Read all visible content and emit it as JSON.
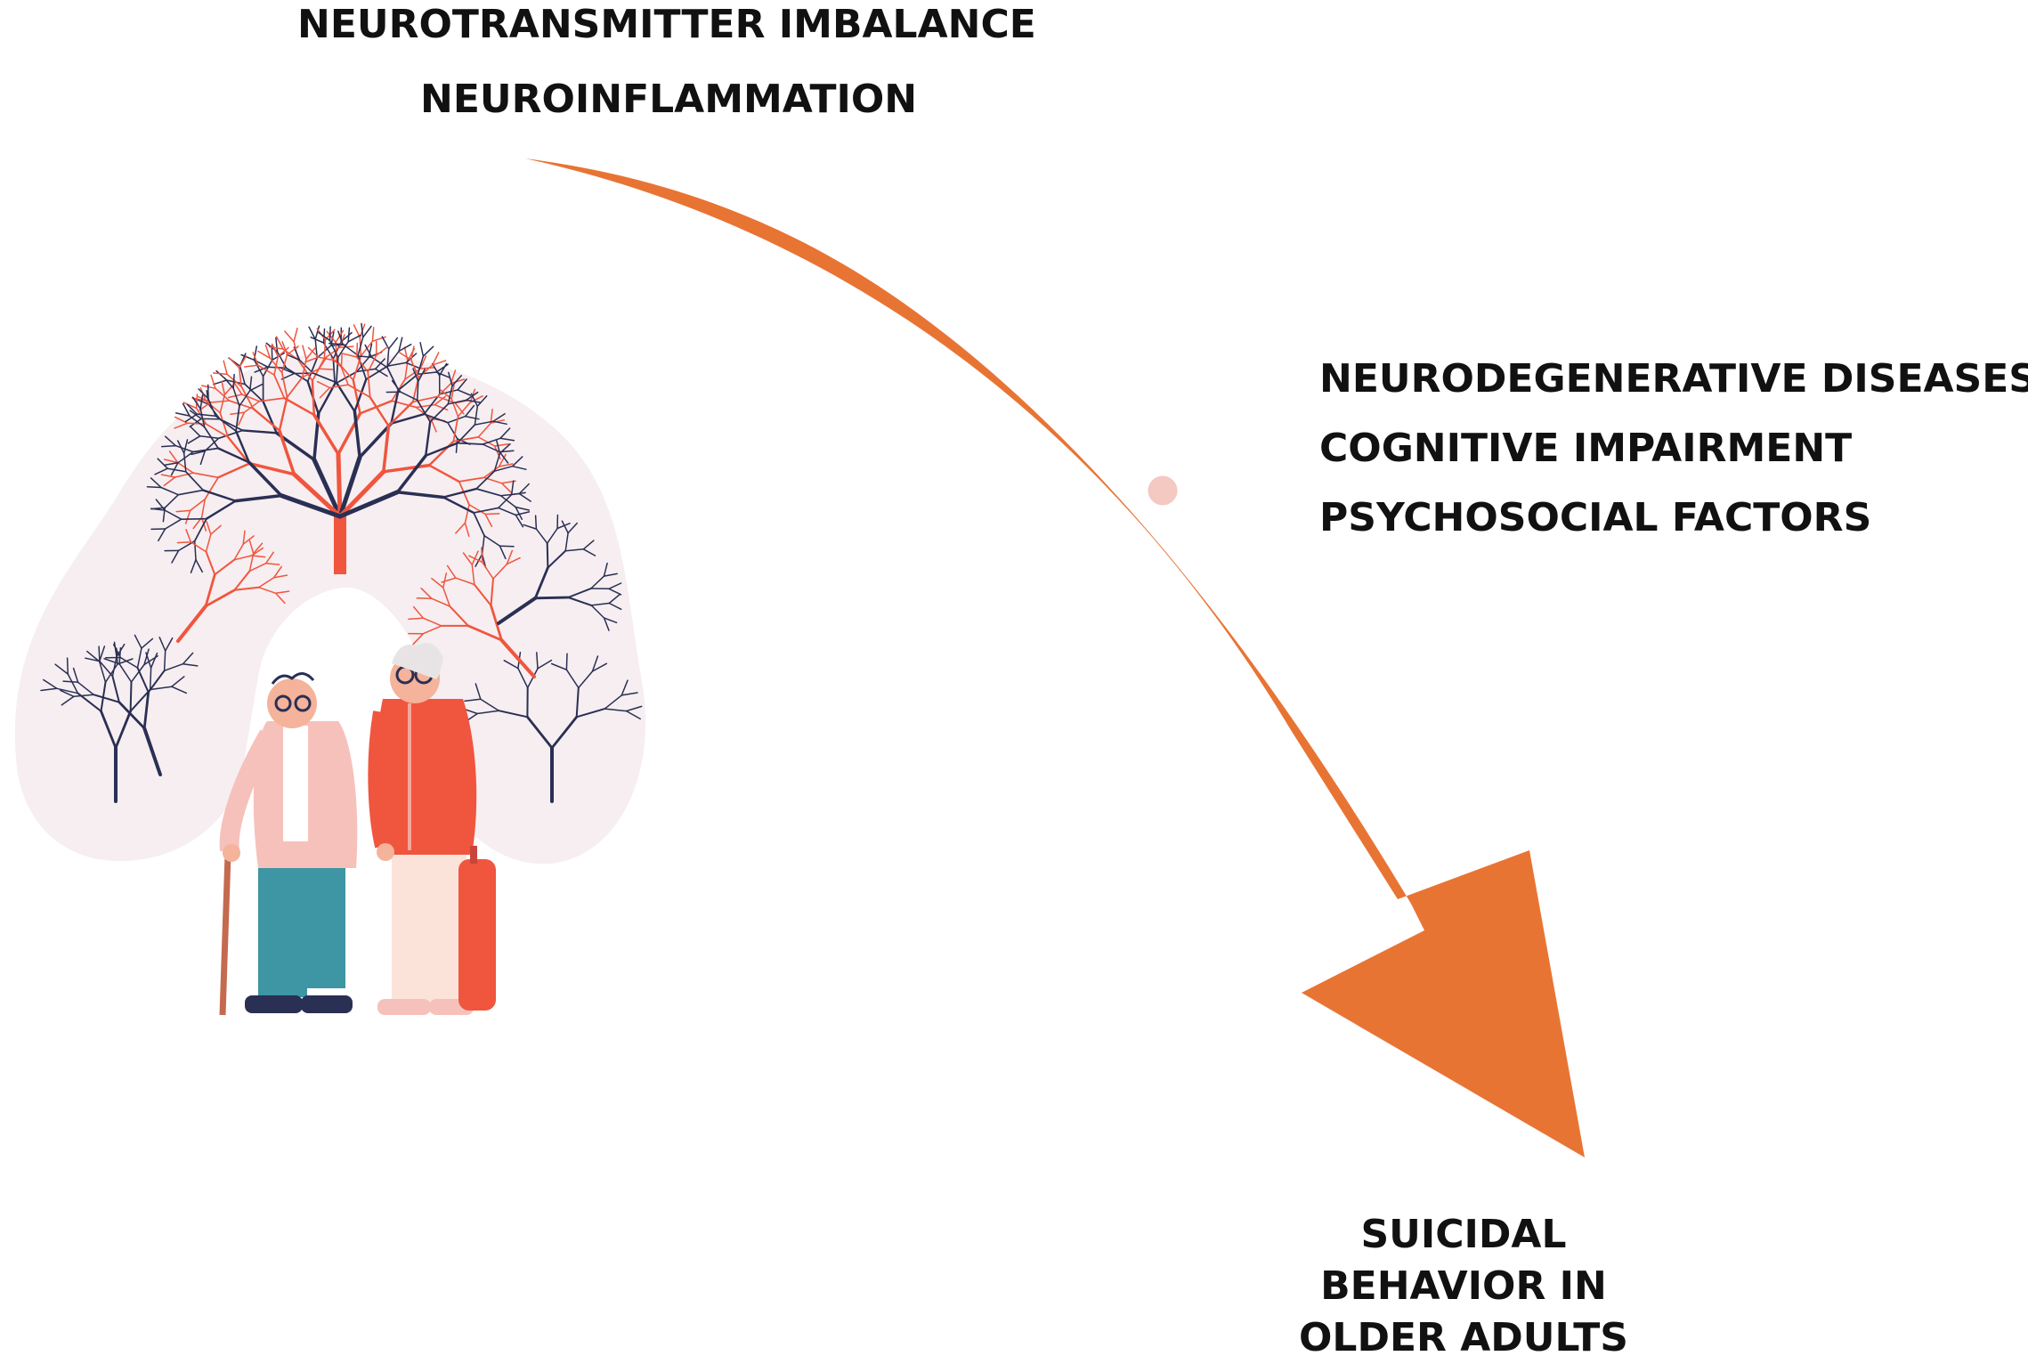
{
  "top_factors": [
    "NEUROTRANSMITTER IMBALANCE",
    "NEUROINFLAMMATION"
  ],
  "middle_factors": [
    "NEURODEGENERATIVE DISEASES",
    "COGNITIVE IMPAIRMENT",
    "PSYCHOSOCIAL FACTORS"
  ],
  "outcome": "SUICIDAL BEHAVIOR IN OLDER ADULTS",
  "colors": {
    "arrow": "#E87434",
    "vessel_red": "#F0553E",
    "vessel_navy": "#2A2F54",
    "halo": "#F6EEF0",
    "marker": "#F3C9C2"
  },
  "illustration": {
    "icon": "brain-vessels-older-adults-illustration"
  }
}
